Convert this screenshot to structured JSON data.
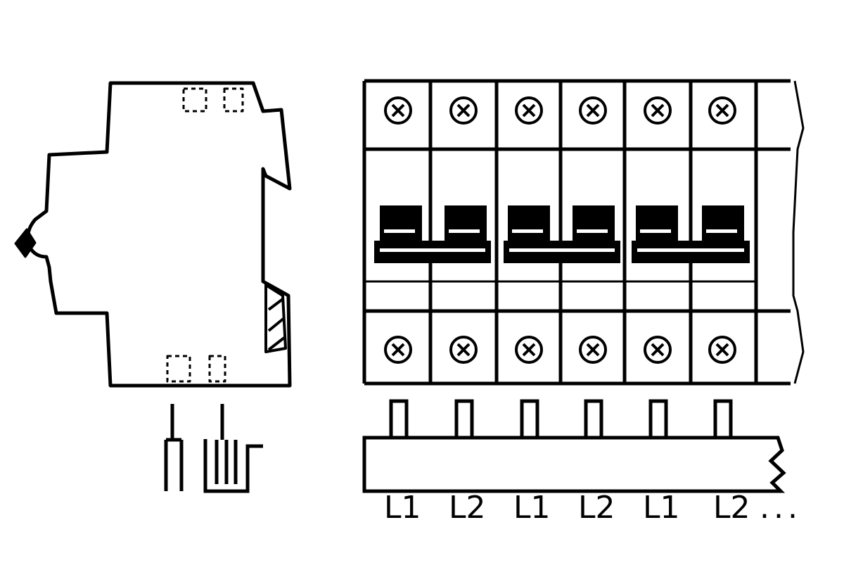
{
  "diagram": {
    "colors": {
      "ink": "#000000",
      "paper": "#ffffff"
    },
    "breaker_count": 6,
    "phase_labels": [
      "L1",
      "L2",
      "L1",
      "L2",
      "L1",
      "L2"
    ],
    "continuation": "..."
  }
}
